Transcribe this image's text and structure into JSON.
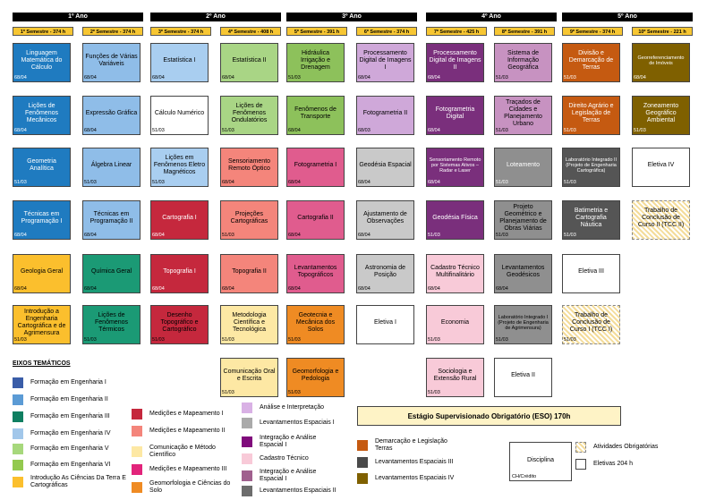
{
  "years": [
    "1º Ano",
    "2º Ano",
    "3º Ano",
    "4º Ano",
    "5º Ano"
  ],
  "semesters": [
    "1º Semestre - 374 h",
    "2º Semestre - 374 h",
    "3º Semestre - 374 h",
    "4º Semestre - 408 h",
    "5º Semestre - 391 h",
    "6º Semestre - 374 h",
    "7º Semestre - 425 h",
    "8º Semestre - 391 h",
    "9º Semestre - 374 h",
    "10º Semestre - 221 h"
  ],
  "colors": {
    "eng1": "#3a5da8",
    "eng2": "#5b9bd5",
    "eng3": "#0f7f61",
    "eng4": "#a2c7ea",
    "eng5": "#a7d87c",
    "eng6": "#93c94f",
    "intro": "#fbbf2d",
    "med1": "#c5283d",
    "med2": "#f4857b",
    "cient": "#fde8a4",
    "med3": "#e2247b",
    "geomorf": "#ef8b23",
    "analise": "#d9b1e5",
    "lev1": "#aaaaaa",
    "integ1": "#800b7c",
    "cadastro": "#f8cad8",
    "integ2": "#a0608e",
    "lev2": "#6d6d6d",
    "demarc": "#c55a11",
    "lev3": "#4a4a4a",
    "lev4": "#7f6000"
  },
  "courses": [
    {
      "name": "Linguagem Matemática do Cálculo",
      "ch": "68/04",
      "color": "#1f7bc0",
      "dark": true
    },
    {
      "name": "Funções de Várias Variáveis",
      "ch": "68/04",
      "color": "#8fbde8",
      "dark": false
    },
    {
      "name": "Estatística I",
      "ch": "68/04",
      "color": "#a9cef0",
      "dark": false
    },
    {
      "name": "Estatística II",
      "ch": "68/04",
      "color": "#a9d585",
      "dark": false
    },
    {
      "name": "Hidráulica Irrigação e Drenagem",
      "ch": "51/03",
      "color": "#8dc15b",
      "dark": false
    },
    {
      "name": "Processamento Digital de Imagens I",
      "ch": "68/04",
      "color": "#cfa8d9",
      "dark": false
    },
    {
      "name": "Processamento Digital de Imagens II",
      "ch": "68/04",
      "color": "#7a2f7c",
      "dark": true
    },
    {
      "name": "Sistema de Informação Geográfica",
      "ch": "51/03",
      "color": "#c792c1",
      "dark": false
    },
    {
      "name": "Divisão e Demarcação de Terras",
      "ch": "51/03",
      "color": "#c55a11",
      "dark": true
    },
    {
      "name": "Georreferenciamento de Imóveis",
      "ch": "68/04",
      "color": "#7f6000",
      "dark": true,
      "small": true
    },
    {
      "name": "Lições de Fenômenos Mecânicos",
      "ch": "68/04",
      "color": "#1f7bc0",
      "dark": true
    },
    {
      "name": "Expressão Gráfica",
      "ch": "68/04",
      "color": "#8fbde8",
      "dark": false
    },
    {
      "name": "Cálculo Numérico",
      "ch": "51/03",
      "color": "#ffffff",
      "dark": false
    },
    {
      "name": "Lições de Fenômenos Ondulatórios",
      "ch": "51/03",
      "color": "#a9d585",
      "dark": false
    },
    {
      "name": "Fenômenos de Transporte",
      "ch": "68/04",
      "color": "#8dc15b",
      "dark": false
    },
    {
      "name": "Fotogrametria II",
      "ch": "68/03",
      "color": "#cfa8d9",
      "dark": false
    },
    {
      "name": "Fotogrametria Digital",
      "ch": "68/04",
      "color": "#7a2f7c",
      "dark": true
    },
    {
      "name": "Traçados de Cidades e Planejamento Urbano",
      "ch": "51/03",
      "color": "#c792c1",
      "dark": false
    },
    {
      "name": "Direito Agrário e Legislação de Terras",
      "ch": "51/03",
      "color": "#c55a11",
      "dark": true
    },
    {
      "name": "Zoneamento Geográfico Ambiental",
      "ch": "51/03",
      "color": "#7f6000",
      "dark": true
    },
    {
      "name": "Geometria Analítica",
      "ch": "51/03",
      "color": "#1f7bc0",
      "dark": true
    },
    {
      "name": "Álgebra Linear",
      "ch": "51/03",
      "color": "#8fbde8",
      "dark": false
    },
    {
      "name": "Lições em Fenômenos Eletro Magnéticos",
      "ch": "51/03",
      "color": "#a9cef0",
      "dark": false
    },
    {
      "name": "Sensoriamento Remoto Óptico",
      "ch": "68/04",
      "color": "#f4857b",
      "dark": false
    },
    {
      "name": "Fotogrametria I",
      "ch": "68/04",
      "color": "#e05c8e",
      "dark": false
    },
    {
      "name": "Geodésia Espacial",
      "ch": "68/04",
      "color": "#c9c9c9",
      "dark": false
    },
    {
      "name": "Sensoriamento Remoto por Sistemas Ativos – Radar e Laser",
      "ch": "68/04",
      "color": "#7a2f7c",
      "dark": true,
      "small": true
    },
    {
      "name": "Loteamento",
      "ch": "51/03",
      "color": "#8f8f8f",
      "dark": true
    },
    {
      "name": "Laboratório Integrado II (Projeto de Engenharia Cartográfica)",
      "ch": "51/03",
      "color": "#555555",
      "dark": true,
      "small": true
    },
    {
      "name": "Eletiva IV",
      "ch": "",
      "color": "#ffffff",
      "dark": false
    },
    {
      "name": "Técnicas em Programação I",
      "ch": "68/04",
      "color": "#1f7bc0",
      "dark": true
    },
    {
      "name": "Técnicas em Programação II",
      "ch": "68/04",
      "color": "#8fbde8",
      "dark": false
    },
    {
      "name": "Cartografia I",
      "ch": "68/04",
      "color": "#c5283d",
      "dark": true
    },
    {
      "name": "Projeções Cartográficas",
      "ch": "51/03",
      "color": "#f4857b",
      "dark": false
    },
    {
      "name": "Cartografia II",
      "ch": "68/04",
      "color": "#e05c8e",
      "dark": false
    },
    {
      "name": "Ajustamento de Observações",
      "ch": "68/04",
      "color": "#c9c9c9",
      "dark": false
    },
    {
      "name": "Geodésia Física",
      "ch": "51/03",
      "color": "#7a2f7c",
      "dark": true
    },
    {
      "name": "Projeto Geométrico e Planejamento de Obras Viárias",
      "ch": "51/03",
      "color": "#8f8f8f",
      "dark": false
    },
    {
      "name": "Batimetria e Cartografia Náutica",
      "ch": "51/03",
      "color": "#555555",
      "dark": true
    },
    {
      "name": "Trabalho de Conclusão de Curso II (TCC II)",
      "ch": "",
      "color": "stripe",
      "dark": false
    },
    {
      "name": "Geologia Geral",
      "ch": "68/04",
      "color": "#fbbf2d",
      "dark": false
    },
    {
      "name": "Química Geral",
      "ch": "68/04",
      "color": "#1b9a75",
      "dark": false
    },
    {
      "name": "Topografia I",
      "ch": "68/04",
      "color": "#c5283d",
      "dark": true
    },
    {
      "name": "Topografia II",
      "ch": "68/04",
      "color": "#f4857b",
      "dark": false
    },
    {
      "name": "Levantamentos Topográficos",
      "ch": "68/04",
      "color": "#e05c8e",
      "dark": false
    },
    {
      "name": "Astronomia de Posição",
      "ch": "68/04",
      "color": "#c9c9c9",
      "dark": false
    },
    {
      "name": "Cadastro Técnico Multifinalitário",
      "ch": "68/04",
      "color": "#f8cad8",
      "dark": false
    },
    {
      "name": "Levantamentos Geodésicos",
      "ch": "68/04",
      "color": "#8f8f8f",
      "dark": false
    },
    {
      "name": "Eletiva III",
      "ch": "",
      "color": "#ffffff",
      "dark": false
    },
    null,
    {
      "name": "Introdução a Engenharia Cartográfica e de Agrimensura",
      "ch": "51/03",
      "color": "#fbbf2d",
      "dark": false
    },
    {
      "name": "Lições de Fenômenos Térmicos",
      "ch": "51/03",
      "color": "#1b9a75",
      "dark": false
    },
    {
      "name": "Desenho Topográfico e Cartográfico",
      "ch": "51/03",
      "color": "#c5283d",
      "dark": false
    },
    {
      "name": "Metodologia Científica e Tecnológica",
      "ch": "51/03",
      "color": "#fde8a4",
      "dark": false
    },
    {
      "name": "Geotecnia e Mecânica dos Solos",
      "ch": "51/03",
      "color": "#ef8b23",
      "dark": false
    },
    {
      "name": "Eletiva I",
      "ch": "",
      "color": "#ffffff",
      "dark": false
    },
    {
      "name": "Economia",
      "ch": "51/03",
      "color": "#f8cad8",
      "dark": false
    },
    {
      "name": "Laboratório Integrado I (Projeto de Engenharia de Agrimensura)",
      "ch": "51/03",
      "color": "#8f8f8f",
      "dark": false,
      "small": true
    },
    {
      "name": "Trabalho de Conclusão de Curso I (TCC I)",
      "ch": "51/03",
      "color": "stripe",
      "dark": false
    },
    null,
    null,
    null,
    null,
    {
      "name": "Comunicação Oral e Escrita",
      "ch": "51/03",
      "color": "#fde8a4",
      "dark": false
    },
    {
      "name": "Geomorfologia e Pedologia",
      "ch": "51/03",
      "color": "#ef8b23",
      "dark": false
    },
    null,
    {
      "name": "Sociologia e Extensão Rural",
      "ch": "51/03",
      "color": "#f8cad8",
      "dark": false
    },
    {
      "name": "Eletiva II",
      "ch": "",
      "color": "#ffffff",
      "dark": false
    },
    null,
    null
  ],
  "legend": {
    "title": "EIXOS TEMÁTICOS",
    "col1": [
      "Formação em Engenharia I",
      "Formação em Engenharia II",
      "Formação em Engenharia III",
      "Formação em Engenharia IV",
      "Formação em Engenharia V",
      "Formação em Engenharia VI",
      "Introdução As Ciências Da Terra E Cartográficas"
    ],
    "col2": [
      "Medições e Mapeamento I",
      "Medições e Mapeamento II",
      "Comunicação e Método Científico",
      "Medições e Mapeamento III",
      "Geomorfologia e Ciências do Solo"
    ],
    "col3": [
      "Análise e Interpretação",
      "Levantamentos Espaciais I",
      "Integração e Análise Espacial I",
      "Cadastro Técnico",
      "Integração e Análise Espacial I",
      "Levantamentos Espaciais II"
    ],
    "col4": [
      "Demarcação e Legislação Terras",
      "Levantamentos Espaciais III",
      "Levantamentos Espaciais IV"
    ],
    "eso": "Estágio Supervisionado Obrigatório (ESO) 170h",
    "key_disciplina": "Disciplina",
    "key_ch": "CH/Crédito",
    "atividades": "Atividades Obrigatórias",
    "eletivas": "Eletivas 204 h"
  }
}
